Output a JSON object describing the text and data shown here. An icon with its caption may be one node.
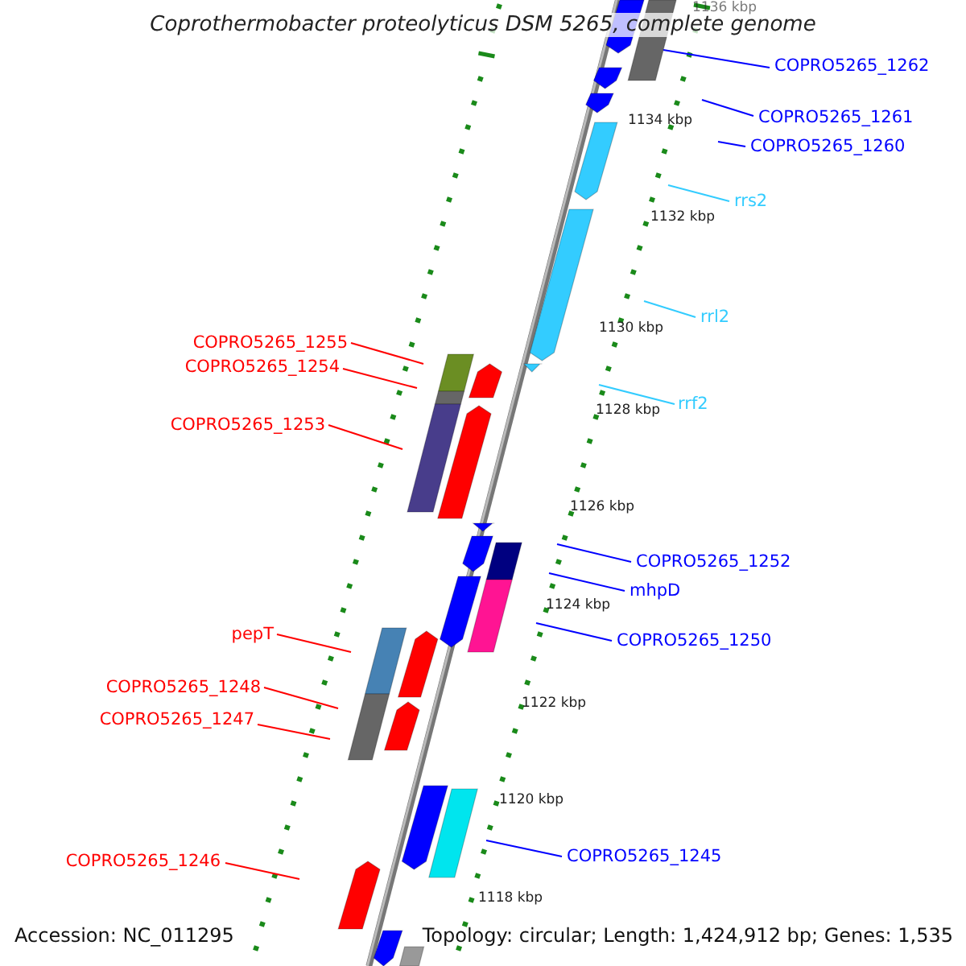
{
  "diagram": {
    "title": "Coprothermobacter proteolyticus DSM 5265, complete genome",
    "nodes": [
      {
        "text": [
          "COPRO5265_1262"
        ]
      },
      {
        "text": [
          "COPRO5265_1261"
        ]
      },
      {
        "text": [
          "COPRO5265_1260"
        ]
      },
      {
        "text": [
          "rrs2"
        ]
      },
      {
        "text": [
          "rrl2"
        ]
      },
      {
        "text": [
          "COPRO5265_1255"
        ]
      },
      {
        "text": [
          "COPRO5265_1254"
        ]
      },
      {
        "text": [
          "rrf2"
        ]
      },
      {
        "text": [
          "COPRO5265_1253"
        ]
      },
      {
        "text": [
          "COPRO5265_1252"
        ]
      },
      {
        "text": [
          "mhpD"
        ]
      },
      {
        "text": [
          "COPRO5265_1250"
        ]
      },
      {
        "text": [
          "pepT"
        ]
      },
      {
        "text": [
          "COPRO5265_1248"
        ]
      },
      {
        "text": [
          "COPRO5265_1247"
        ]
      },
      {
        "text": [
          "COPRO5265_1245"
        ]
      },
      {
        "text": [
          "COPRO5265_1246"
        ]
      }
    ],
    "edges": [
      {
        "from": 0,
        "to": null,
        "arrow": "none",
        "color": "#0000ff"
      },
      {
        "from": 1,
        "to": null,
        "arrow": "none",
        "color": "#0000ff"
      },
      {
        "from": 2,
        "to": null,
        "arrow": "none",
        "color": "#0000ff"
      },
      {
        "from": 3,
        "to": null,
        "arrow": "none",
        "color": "#33ccff"
      },
      {
        "from": 4,
        "to": null,
        "arrow": "none",
        "color": "#33ccff"
      },
      {
        "from": 5,
        "to": null,
        "arrow": "none",
        "color": "#ff0000"
      },
      {
        "from": 6,
        "to": null,
        "arrow": "none",
        "color": "#ff0000"
      },
      {
        "from": 7,
        "to": null,
        "arrow": "none",
        "color": "#33ccff"
      },
      {
        "from": 8,
        "to": null,
        "arrow": "none",
        "color": "#ff0000"
      },
      {
        "from": 9,
        "to": null,
        "arrow": "none",
        "color": "#0000ff"
      },
      {
        "from": 10,
        "to": null,
        "arrow": "none",
        "color": "#0000ff"
      },
      {
        "from": 11,
        "to": null,
        "arrow": "none",
        "color": "#0000ff"
      },
      {
        "from": 12,
        "to": null,
        "arrow": "none",
        "color": "#ff0000"
      },
      {
        "from": 13,
        "to": null,
        "arrow": "none",
        "color": "#ff0000"
      },
      {
        "from": 14,
        "to": null,
        "arrow": "none",
        "color": "#ff0000"
      },
      {
        "from": 15,
        "to": null,
        "arrow": "none",
        "color": "#0000ff"
      },
      {
        "from": 16,
        "to": null,
        "arrow": "none",
        "color": "#ff0000"
      }
    ],
    "labels": [
      "1136 kbp",
      "1134 kbp",
      "1132 kbp",
      "1130 kbp",
      "1128 kbp",
      "1126 kbp",
      "1124 kbp",
      "1122 kbp",
      "1120 kbp",
      "1118 kbp",
      "Accession: NC_011295",
      "Topology: circular; Length: 1,424,912 bp; Genes: 1,535"
    ]
  }
}
